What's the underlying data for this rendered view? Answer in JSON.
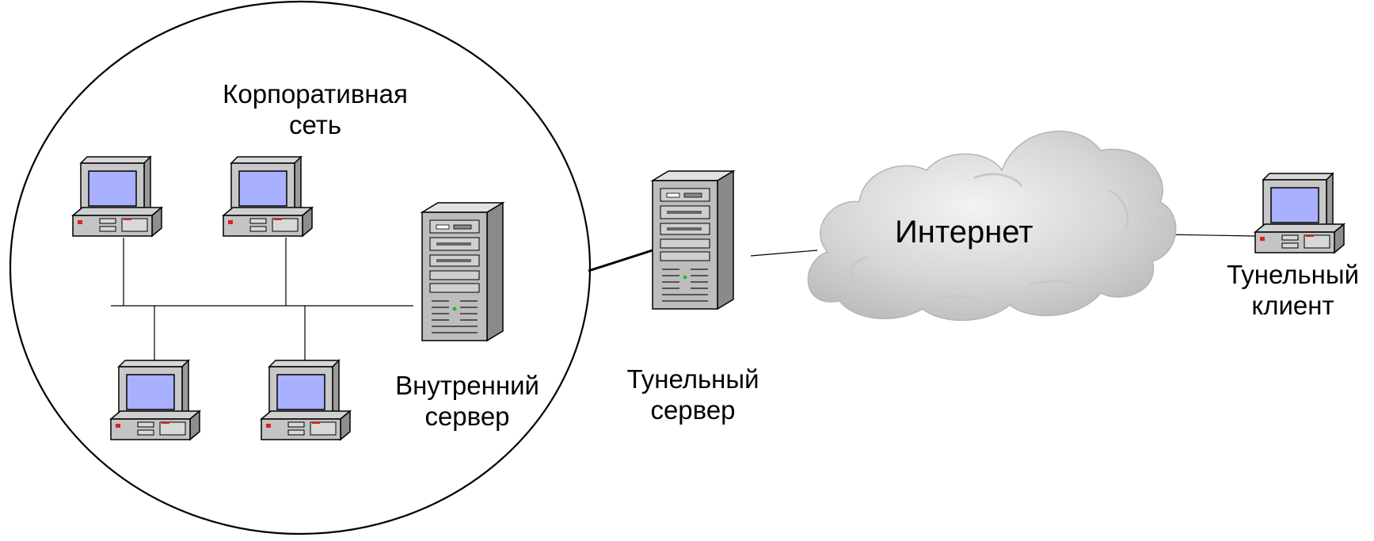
{
  "diagram": {
    "corporate_network": {
      "line1": "Корпоративная",
      "line2": "сеть"
    },
    "internal_server": {
      "line1": "Внутренний",
      "line2": "сервер"
    },
    "tunnel_server": {
      "line1": "Тунельный",
      "line2": "сервер"
    },
    "internet": {
      "label": "Интернет"
    },
    "tunnel_client": {
      "line1": "Тунельный",
      "line2": "клиент"
    }
  }
}
